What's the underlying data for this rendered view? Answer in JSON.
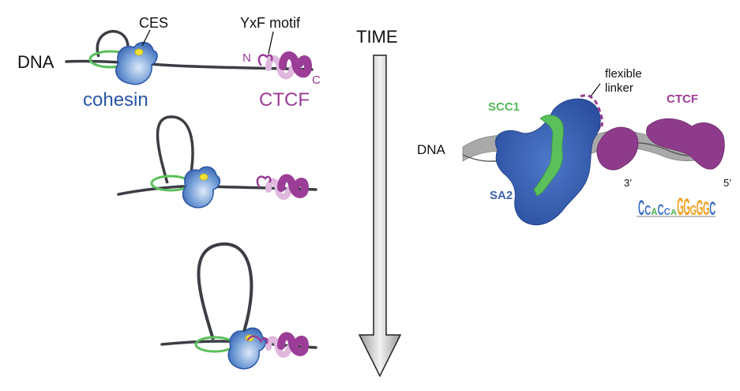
{
  "labels": {
    "dna_left": "DNA",
    "ces": "CES",
    "yxf_motif": "YxF motif",
    "n_term": "N",
    "c_term": "C",
    "cohesin": "cohesin",
    "ctcf_left": "CTCF",
    "time": "TIME",
    "flexible": "flexible",
    "linker": "linker",
    "scc1": "SCC1",
    "ctcf_right": "CTCF",
    "dna_right": "DNA",
    "sa2": "SA2",
    "prime3": "3’",
    "prime5": "5’"
  },
  "motif_logo": {
    "letters": [
      "C",
      "C",
      "A",
      "C",
      "C",
      "A",
      "G",
      "G",
      "G",
      "G",
      "G",
      "C"
    ],
    "colors": {
      "A": "#4cae4c",
      "C": "#3b6fc4",
      "G": "#f0a020",
      "T": "#d43c3c"
    }
  },
  "colors": {
    "cohesin_blue": "#2b55a6",
    "cohesin_light": "#bcd3f0",
    "ctcf_purple": "#9b3d96",
    "ctcf_light": "#e0b8de",
    "ring_green": "#5bbf5b",
    "ces_yellow": "#f2e03a",
    "dna_gray": "#3b3f44"
  }
}
